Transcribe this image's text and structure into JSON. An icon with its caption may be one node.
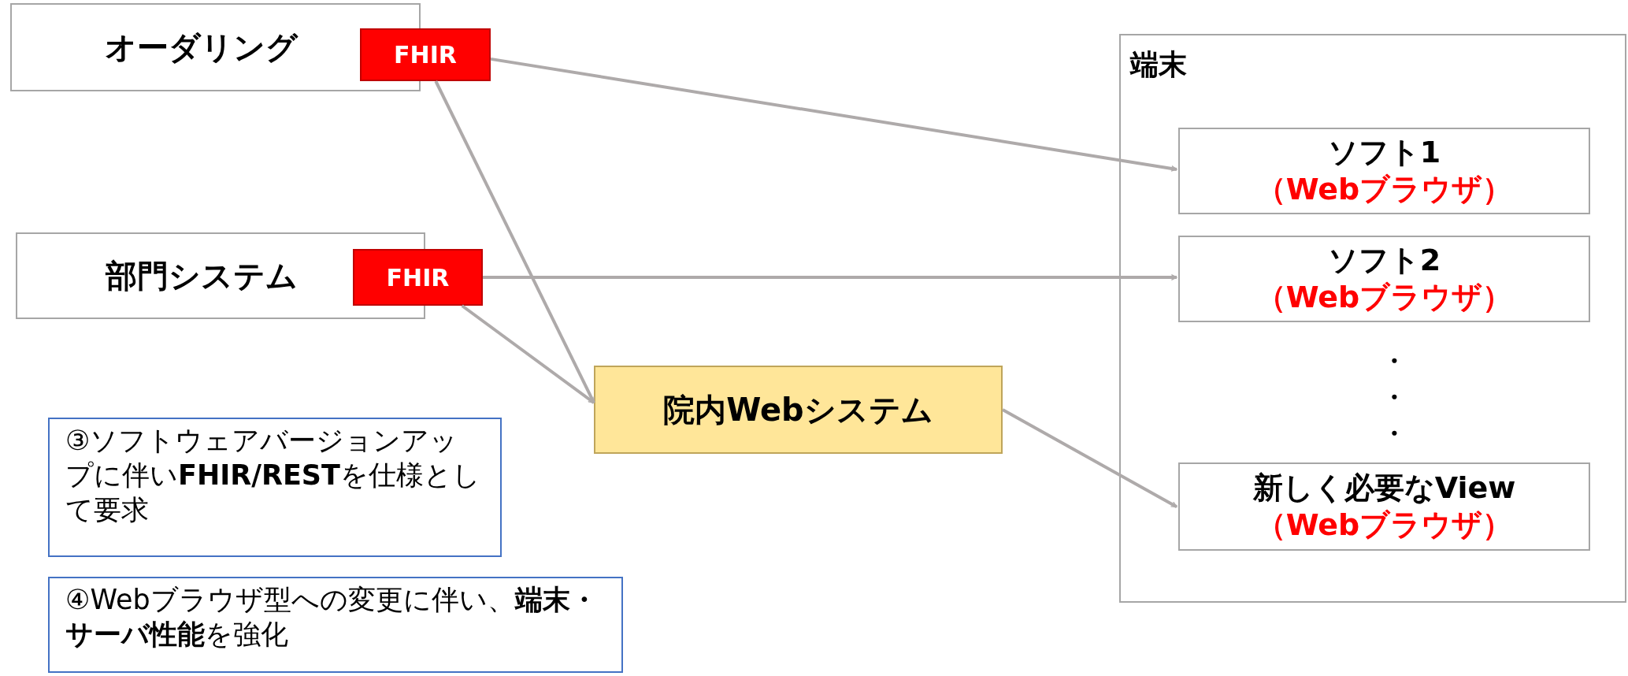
{
  "diagram": {
    "nodes": [
      {
        "text": [
          "オーダリング"
        ]
      },
      {
        "text": [
          "FHIR"
        ]
      },
      {
        "text": [
          "部門システム"
        ]
      },
      {
        "text": [
          "FHIR"
        ]
      },
      {
        "text": [
          "院内Webシステム"
        ]
      },
      {
        "text": [
          "端末"
        ]
      },
      {
        "text": [
          "ソフト1",
          "（Webブラウザ）"
        ],
        "in": 5
      },
      {
        "text": [
          "ソフト2",
          "（Webブラウザ）"
        ],
        "in": 5
      },
      {
        "text": [
          "新しく必要なView",
          "（Webブラウザ）"
        ],
        "in": 5
      },
      {
        "text": [
          "③ソフトウェアバージョンアップに伴い**FHIR/REST**を仕様として要求"
        ]
      },
      {
        "text": [
          "④Webブラウザ型への変更に伴い、**端末・サーバ性能**を強化"
        ]
      }
    ],
    "edges": [
      {
        "from": 1,
        "to": 6,
        "arrow": "to"
      },
      {
        "from": 1,
        "to": 4,
        "arrow": "to"
      },
      {
        "from": 3,
        "to": 7,
        "arrow": "to"
      },
      {
        "from": 3,
        "to": 4,
        "arrow": "to"
      },
      {
        "from": 4,
        "to": 8,
        "arrow": "to"
      }
    ],
    "labels": [
      "・",
      "・",
      "・"
    ]
  }
}
